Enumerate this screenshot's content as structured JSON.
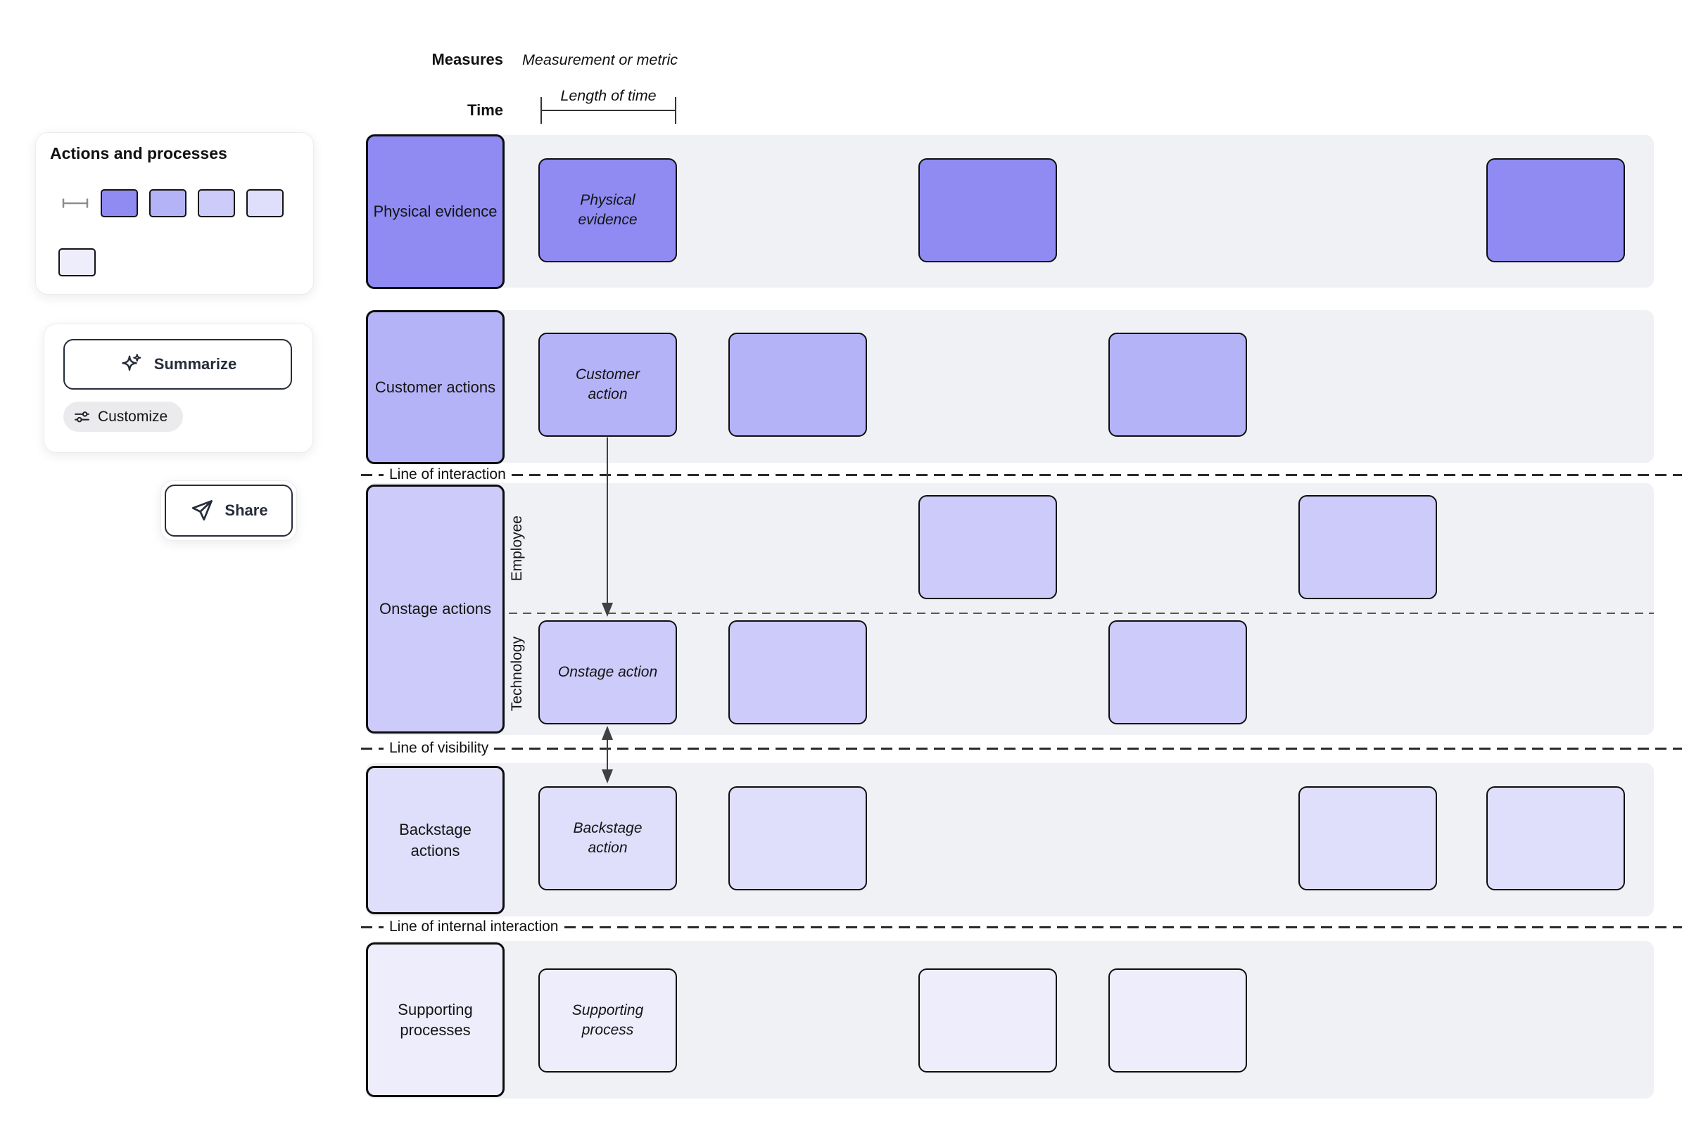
{
  "legend": {
    "title": "Actions and processes",
    "measure_icon": "measure-line-icon",
    "swatches": [
      {
        "name": "physical-evidence-color",
        "color": "#8f8bf2"
      },
      {
        "name": "customer-actions-color",
        "color": "#b5b3f8"
      },
      {
        "name": "onstage-actions-color",
        "color": "#cdcbf9"
      },
      {
        "name": "backstage-actions-color",
        "color": "#dfdefb"
      },
      {
        "name": "supporting-processes-color",
        "color": "#eeedfc"
      }
    ]
  },
  "assist": {
    "summarize_label": "Summarize",
    "customize_label": "Customize"
  },
  "share": {
    "label": "Share"
  },
  "header": {
    "measures_label": "Measures",
    "measures_value": "Measurement or metric",
    "time_label": "Time",
    "time_value": "Length of time"
  },
  "blueprint": {
    "strip_color": "#f0f1f4",
    "rows": [
      {
        "id": "physical-evidence",
        "label": "Physical evidence",
        "color": "#8f8bf2",
        "boxes": [
          {
            "col": 1,
            "text": "Physical\nevidence"
          },
          {
            "col": 3
          },
          {
            "col": 6
          }
        ]
      },
      {
        "id": "customer-actions",
        "label": "Customer actions",
        "color": "#b5b3f8",
        "boxes": [
          {
            "col": 1,
            "text": "Customer\naction"
          },
          {
            "col": 2
          },
          {
            "col": 4
          }
        ]
      },
      {
        "id": "onstage-actions",
        "label": "Onstage actions",
        "color": "#cdcbf9",
        "sublanes": [
          {
            "label": "Employee",
            "boxes": [
              {
                "col": 3
              },
              {
                "col": 5
              }
            ]
          },
          {
            "label": "Technology",
            "boxes": [
              {
                "col": 1,
                "text": "Onstage action"
              },
              {
                "col": 2
              },
              {
                "col": 4
              }
            ]
          }
        ]
      },
      {
        "id": "backstage-actions",
        "label": "Backstage\nactions",
        "color": "#dfdefb",
        "boxes": [
          {
            "col": 1,
            "text": "Backstage\naction"
          },
          {
            "col": 2
          },
          {
            "col": 5
          },
          {
            "col": 6
          }
        ]
      },
      {
        "id": "supporting-processes",
        "label": "Supporting\nprocesses",
        "color": "#eeedfc",
        "boxes": [
          {
            "col": 1,
            "text": "Supporting\nprocess"
          },
          {
            "col": 3
          },
          {
            "col": 4
          }
        ]
      }
    ],
    "separators": [
      {
        "label": "Line of interaction"
      },
      {
        "label": "Line of visibility"
      },
      {
        "label": "Line of internal interaction"
      }
    ],
    "arrows": [
      {
        "from": "customer-action",
        "to": "onstage-action",
        "heads": "end"
      },
      {
        "from": "onstage-action",
        "to": "backstage-action",
        "heads": "both"
      }
    ]
  }
}
